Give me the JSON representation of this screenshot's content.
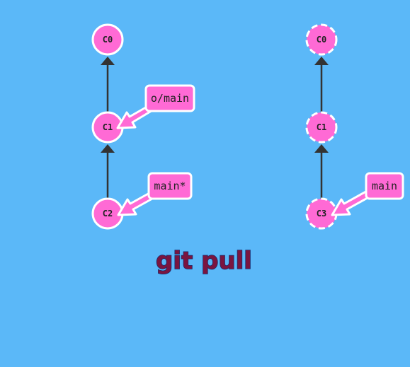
{
  "diagram": {
    "caption": "git pull",
    "colors": {
      "background": "#5bb8f8",
      "node_fill": "#ff6ad5",
      "node_stroke": "#ffffff",
      "edge": "#333333",
      "ref_fill": "#ff6ad5",
      "ref_stroke": "#ffffff",
      "caption_fill": "#7a1540"
    },
    "left_repo": {
      "commits": [
        {
          "id": "C0",
          "style": "solid"
        },
        {
          "id": "C1",
          "style": "solid"
        },
        {
          "id": "C2",
          "style": "solid"
        }
      ],
      "edges": [
        {
          "from": "C1",
          "to": "C0"
        },
        {
          "from": "C2",
          "to": "C1"
        }
      ],
      "refs": [
        {
          "name": "o/main",
          "points_to": "C1"
        },
        {
          "name": "main*",
          "points_to": "C2"
        }
      ]
    },
    "right_repo": {
      "commits": [
        {
          "id": "C0",
          "style": "dashed"
        },
        {
          "id": "C1",
          "style": "dashed"
        },
        {
          "id": "C3",
          "style": "dashed"
        }
      ],
      "edges": [
        {
          "from": "C1",
          "to": "C0"
        },
        {
          "from": "C3",
          "to": "C1"
        }
      ],
      "refs": [
        {
          "name": "main",
          "points_to": "C3"
        }
      ]
    }
  }
}
